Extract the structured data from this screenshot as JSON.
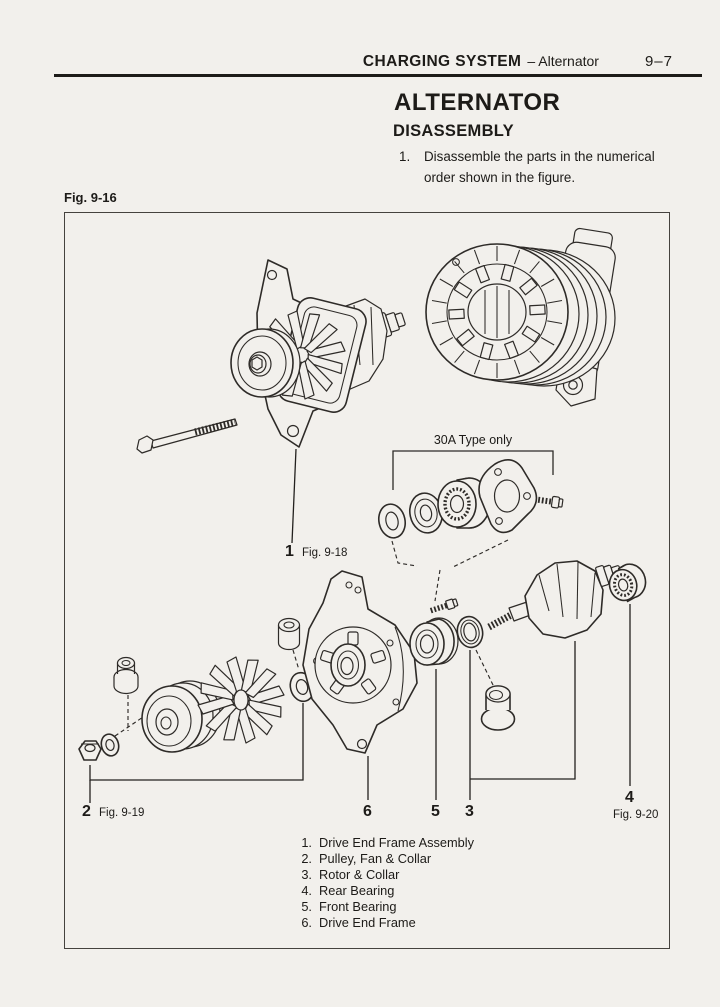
{
  "header": {
    "section": "CHARGING SYSTEM",
    "subsection": "– Alternator",
    "page_number": "9–7"
  },
  "title": "ALTERNATOR",
  "section_heading": "DISASSEMBLY",
  "instruction": {
    "number": "1.",
    "text": "Disassemble the parts in the numerical order shown in the figure."
  },
  "figure": {
    "label": "Fig. 9-16",
    "note_30a": "30A Type only",
    "callouts": {
      "c1": {
        "num": "1",
        "ref": "Fig. 9-18"
      },
      "c2": {
        "num": "2",
        "ref": "Fig. 9-19"
      },
      "c3": {
        "num": "3"
      },
      "c4": {
        "num": "4",
        "ref": "Fig. 9-20"
      },
      "c5": {
        "num": "5"
      },
      "c6": {
        "num": "6"
      }
    },
    "legend": [
      {
        "num": "1.",
        "label": "Drive End Frame Assembly"
      },
      {
        "num": "2.",
        "label": "Pulley, Fan & Collar"
      },
      {
        "num": "3.",
        "label": "Rotor & Collar"
      },
      {
        "num": "4.",
        "label": "Rear Bearing"
      },
      {
        "num": "5.",
        "label": "Front Bearing"
      },
      {
        "num": "6.",
        "label": "Drive End Frame"
      }
    ]
  },
  "colors": {
    "ink": "#1d1b18",
    "paper": "#f2f0ec"
  }
}
